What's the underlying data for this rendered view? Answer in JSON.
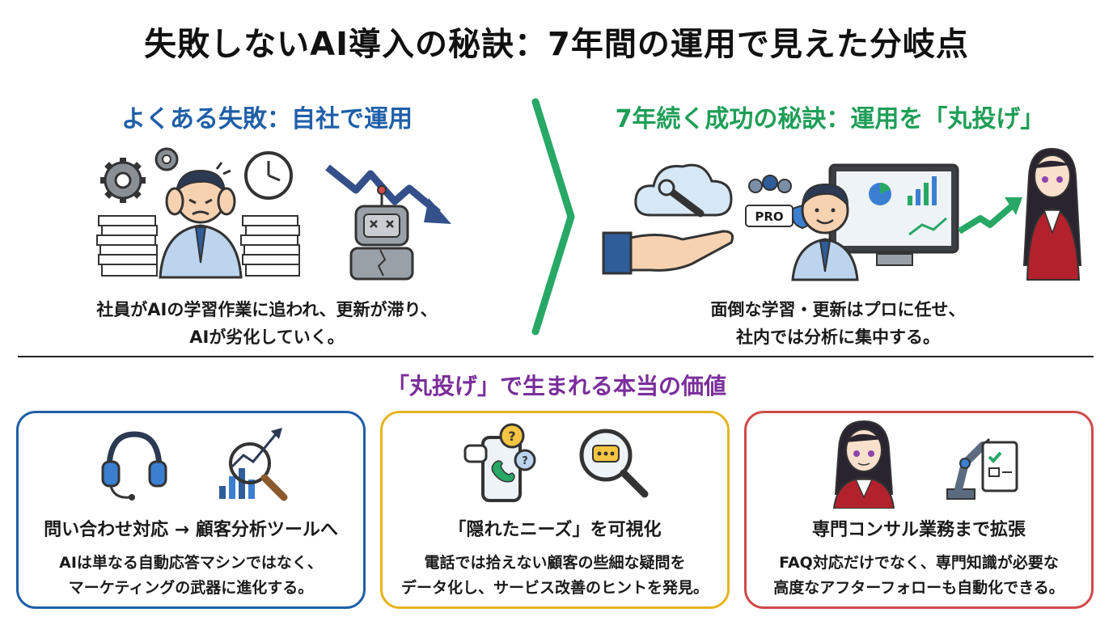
{
  "title": "失敗しないAI導入の秘訣：7年間の運用で見えた分岐点",
  "left_panel": {
    "heading": "よくある失敗：自社で運用",
    "caption_line1": "社員がAIの学習作業に追われ、更新が滞り、",
    "caption_line2": "AIが劣化していく。"
  },
  "right_panel": {
    "heading": "7年続く成功の秘訣：運用を「丸投げ」",
    "pro_label": "PRO",
    "caption_line1": "面倒な学習・更新はプロに任せ、",
    "caption_line2": "社内では分析に集中する。"
  },
  "value_section": {
    "heading": "「丸投げ」で生まれる本当の価値"
  },
  "cards": [
    {
      "title": "問い合わせ対応 → 顧客分析ツールへ",
      "body_line1": "AIは単なる自動応答マシンではなく、",
      "body_line2": "マーケティングの武器に進化する。",
      "border_color": "#1f5fa8"
    },
    {
      "title": "「隠れたニーズ」を可視化",
      "body_line1": "電話では拾えない顧客の些細な疑問を",
      "body_line2": "データ化し、サービス改善のヒントを発見。",
      "border_color": "#e6b422"
    },
    {
      "title": "専門コンサル業務まで拡張",
      "body_line1": "FAQ対応だけでなく、専門知識が必要な",
      "body_line2": "高度なアフターフォローも自動化できる。",
      "border_color": "#d04a4a"
    }
  ],
  "colors": {
    "failure_heading": "#1f5fa8",
    "success_heading": "#1e9e57",
    "value_heading": "#7a2e9a",
    "chevron": "#27a866"
  },
  "icons": [
    "gear-icon",
    "stressed-worker-icon",
    "paper-stack-icon",
    "clock-icon",
    "down-trend-arrow-icon",
    "broken-robot-icon",
    "cloud-wrench-icon",
    "offering-hand-icon",
    "pro-team-icon",
    "office-worker-icon",
    "analytics-monitor-icon",
    "up-trend-arrow-icon",
    "mascot-character-icon",
    "headset-icon",
    "magnifier-chart-icon",
    "smartphone-chat-icon",
    "magnifier-chat-icon",
    "robot-arm-checklist-icon"
  ]
}
